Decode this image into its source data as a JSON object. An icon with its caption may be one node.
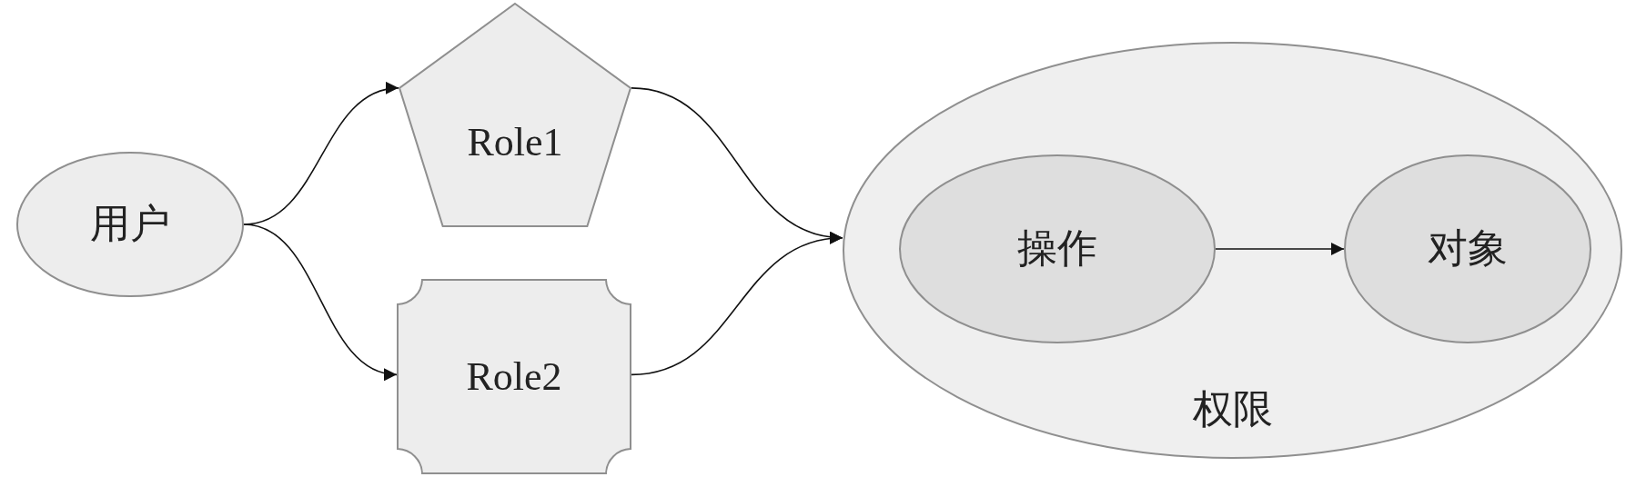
{
  "diagram": {
    "nodes": [
      {
        "text": [
          "用户"
        ]
      },
      {
        "text": [
          "Role1"
        ]
      },
      {
        "text": [
          "Role2"
        ]
      },
      {
        "text": [
          "权限"
        ]
      },
      {
        "text": [
          "操作"
        ],
        "in": 3
      },
      {
        "text": [
          "对象"
        ],
        "in": 3
      }
    ],
    "edges": [
      {
        "from": 0,
        "to": 1,
        "arrow": "to"
      },
      {
        "from": 0,
        "to": 2,
        "arrow": "to"
      },
      {
        "from": 1,
        "to": 3,
        "arrow": "to"
      },
      {
        "from": 2,
        "to": 3,
        "arrow": "to"
      },
      {
        "from": 4,
        "to": 5,
        "arrow": "to"
      }
    ]
  }
}
